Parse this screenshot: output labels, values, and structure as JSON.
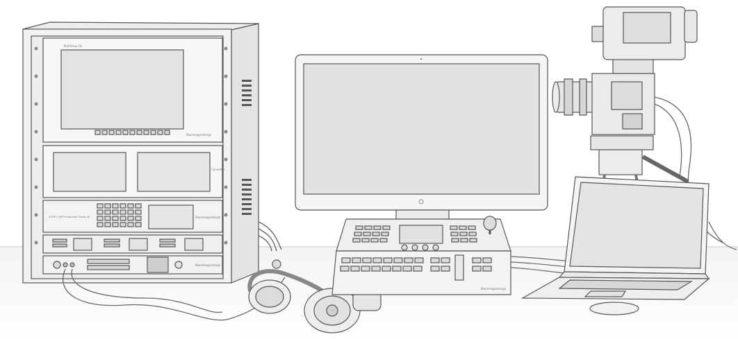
{
  "scene": {
    "description_visible_text": {
      "rack_top_label": "MultiView 16",
      "rack_brand_1": "Blackmagicdesign",
      "rack_unit_label": "Converter",
      "rack_panel_label": "ATEM 2 M/E Production Studio 4K",
      "rack_brand_2": "Blackmagicdesign",
      "rack_brand_3": "Blackmagicdesign",
      "panel_brand": "Blackmagicdesign"
    },
    "colors": {
      "outline": "#555555",
      "fill_light": "#f4f4f4",
      "fill_mid": "#e6e6e6",
      "fill_dark": "#cfcfcf",
      "screen": "#e2e2e2",
      "floor": "#eeeeee"
    }
  }
}
